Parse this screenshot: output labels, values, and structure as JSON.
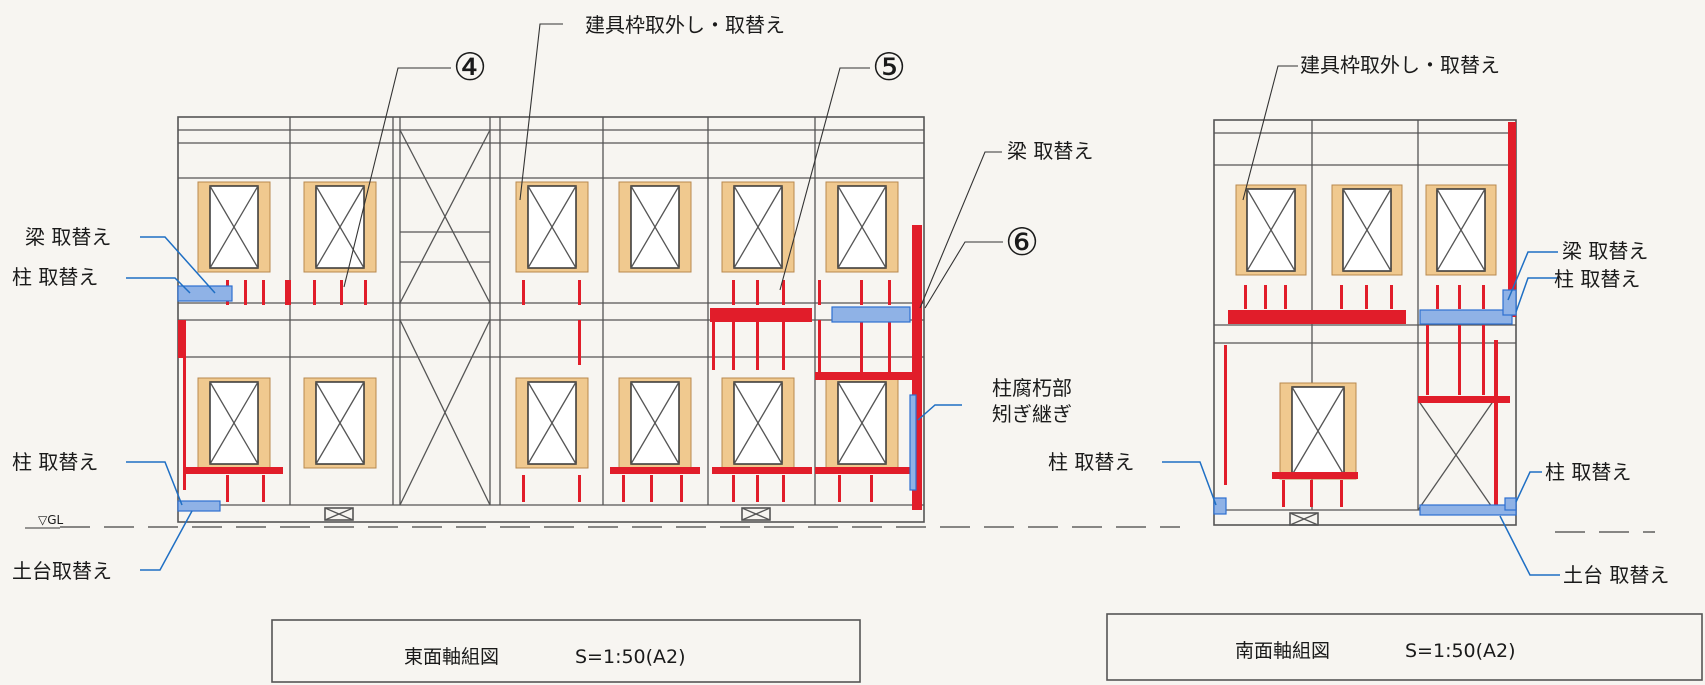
{
  "east": {
    "label_fittings": "建具枠取外し・取替え",
    "num4": "④",
    "num5": "⑤",
    "num6": "⑥",
    "label_beam_right": "梁 取替え",
    "label_beam_left": "梁 取替え",
    "label_column_left": "柱 取替え",
    "label_column_left_low": "柱 取替え",
    "label_sill": "土台取替え",
    "label_decay_1": "柱腐朽部",
    "label_decay_2": "矧ぎ継ぎ",
    "gl": "▽GL",
    "title": "東面軸組図",
    "scale": "S=1:50(A2)"
  },
  "south": {
    "label_fittings": "建具枠取外し・取替え",
    "label_beam": "梁 取替え",
    "label_column_upper": "柱 取替え",
    "label_column_left": "柱 取替え",
    "label_column_right": "柱 取替え",
    "label_sill": "土台 取替え",
    "title": "南面軸組図",
    "scale": "S=1:50(A2)"
  },
  "colors": {
    "replacement": "#e11d2a",
    "repair": "#8fb2e6",
    "window_frame": "#f0c98f"
  }
}
